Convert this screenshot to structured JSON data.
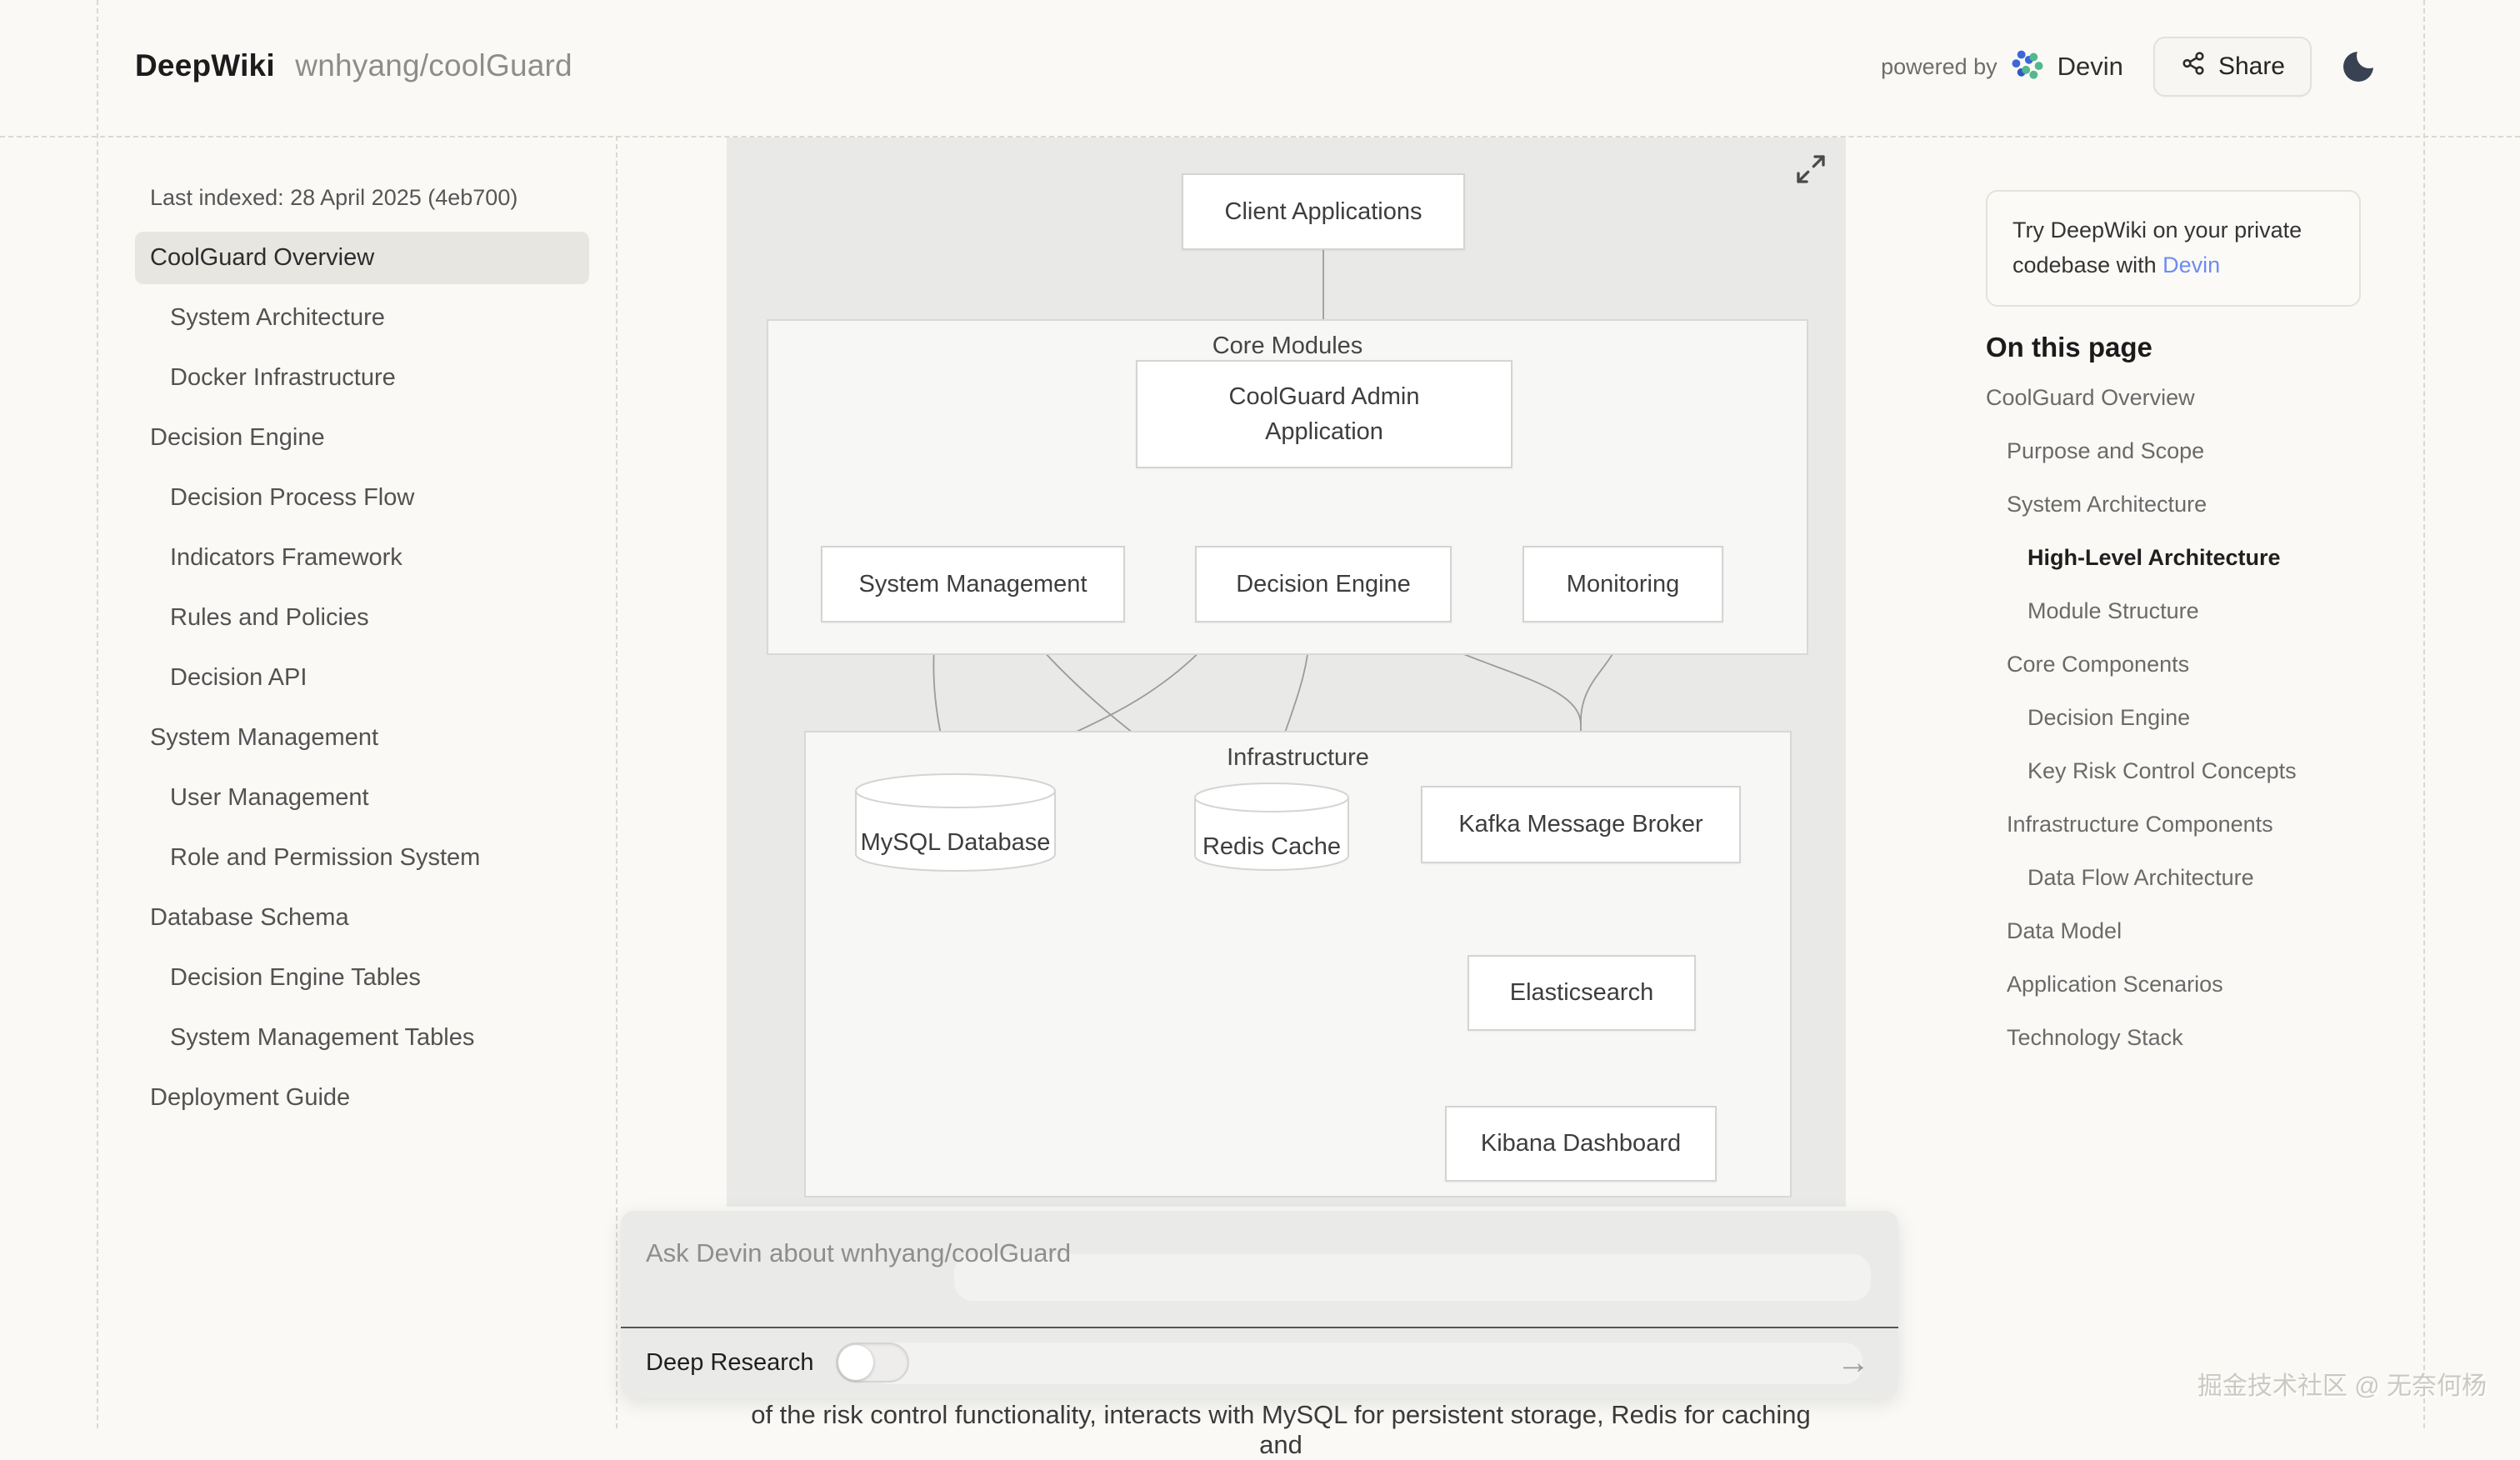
{
  "header": {
    "app_title": "DeepWiki",
    "repo": "wnhyang/coolGuard",
    "powered_by_label": "powered by",
    "brand": "Devin",
    "share_label": "Share"
  },
  "sidebar": {
    "last_indexed": "Last indexed: 28 April 2025 (4eb700)",
    "items": [
      {
        "label": "CoolGuard Overview",
        "level": 0,
        "active": true
      },
      {
        "label": "System Architecture",
        "level": 1
      },
      {
        "label": "Docker Infrastructure",
        "level": 1
      },
      {
        "label": "Decision Engine",
        "level": 0
      },
      {
        "label": "Decision Process Flow",
        "level": 1
      },
      {
        "label": "Indicators Framework",
        "level": 1
      },
      {
        "label": "Rules and Policies",
        "level": 1
      },
      {
        "label": "Decision API",
        "level": 1
      },
      {
        "label": "System Management",
        "level": 0
      },
      {
        "label": "User Management",
        "level": 1
      },
      {
        "label": "Role and Permission System",
        "level": 1
      },
      {
        "label": "Database Schema",
        "level": 0
      },
      {
        "label": "Decision Engine Tables",
        "level": 1
      },
      {
        "label": "System Management Tables",
        "level": 1
      },
      {
        "label": "Deployment Guide",
        "level": 0
      }
    ]
  },
  "diagram": {
    "containers": {
      "core": "Core Modules",
      "infra": "Infrastructure"
    },
    "nodes": {
      "client": {
        "label": "Client Applications"
      },
      "admin": {
        "label": "CoolGuard Admin Application"
      },
      "system_management": {
        "label": "System Management"
      },
      "decision_engine": {
        "label": "Decision Engine"
      },
      "monitoring": {
        "label": "Monitoring"
      },
      "mysql": {
        "label": "MySQL Database"
      },
      "redis": {
        "label": "Redis Cache"
      },
      "kafka": {
        "label": "Kafka Message Broker"
      },
      "elasticsearch": {
        "label": "Elasticsearch"
      },
      "kibana": {
        "label": "Kibana Dashboard"
      }
    }
  },
  "right_rail": {
    "promo_text": "Try DeepWiki on your private codebase with ",
    "promo_link": "Devin",
    "on_this_page": "On this page",
    "toc": [
      {
        "label": "CoolGuard Overview",
        "level": 0
      },
      {
        "label": "Purpose and Scope",
        "level": 1
      },
      {
        "label": "System Architecture",
        "level": 1
      },
      {
        "label": "High-Level Architecture",
        "level": 2,
        "active": true
      },
      {
        "label": "Module Structure",
        "level": 2
      },
      {
        "label": "Core Components",
        "level": 1
      },
      {
        "label": "Decision Engine",
        "level": 2
      },
      {
        "label": "Key Risk Control Concepts",
        "level": 2
      },
      {
        "label": "Infrastructure Components",
        "level": 1
      },
      {
        "label": "Data Flow Architecture",
        "level": 2
      },
      {
        "label": "Data Model",
        "level": 1
      },
      {
        "label": "Application Scenarios",
        "level": 1
      },
      {
        "label": "Technology Stack",
        "level": 1
      }
    ]
  },
  "ask": {
    "placeholder": "Ask Devin about wnhyang/coolGuard",
    "deep_research_label": "Deep Research",
    "send_glyph": "→"
  },
  "page_text": {
    "clipped_paragraph": "of the risk control functionality, interacts with MySQL for persistent storage, Redis for caching and",
    "watermark": "掘金技术社区 @ 无奈何杨"
  },
  "colors": {
    "accent_link": "#6d8cf2",
    "devin_blue": "#3b68d8",
    "devin_green": "#53b88d",
    "moon": "#394253",
    "diagram_bg": "#e9e9e8"
  }
}
